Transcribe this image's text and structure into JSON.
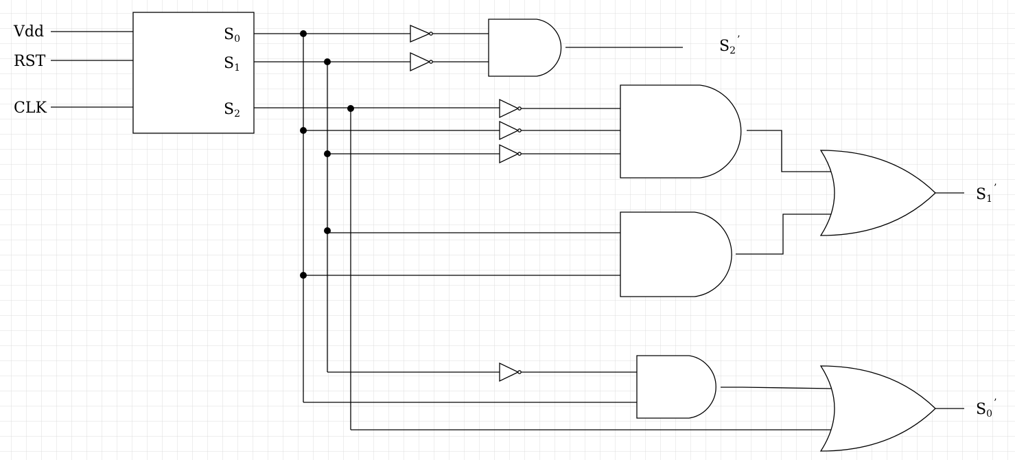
{
  "inputs": {
    "vdd": "Vdd",
    "rst": "RST",
    "clk": "CLK"
  },
  "block_outputs": {
    "s0": {
      "letter": "S",
      "index": "0"
    },
    "s1": {
      "letter": "S",
      "index": "1"
    },
    "s2": {
      "letter": "S",
      "index": "2"
    }
  },
  "next_state_outputs": {
    "s2_next": {
      "letter": "S",
      "index": "2",
      "mark": "’"
    },
    "s1_next": {
      "letter": "S",
      "index": "1",
      "mark": "’"
    },
    "s0_next": {
      "letter": "S",
      "index": "0",
      "mark": "’"
    }
  },
  "colors": {
    "grid_line": "#dcdcdc",
    "wire": "#000000",
    "background": "#ffffff"
  }
}
